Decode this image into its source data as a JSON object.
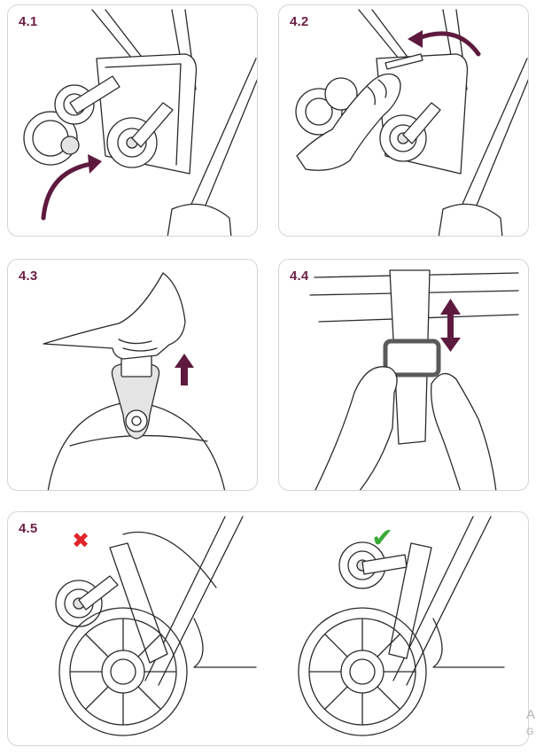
{
  "steps": [
    {
      "label": "4.1"
    },
    {
      "label": "4.2"
    },
    {
      "label": "4.3"
    },
    {
      "label": "4.4"
    },
    {
      "label": "4.5"
    }
  ],
  "indicators": {
    "wrong": {
      "symbol": "✖",
      "color": "#e0242b"
    },
    "right": {
      "symbol": "✔",
      "color": "#39a935"
    }
  },
  "colors": {
    "accent": "#5e1a3e",
    "step_label": "#6b1f45"
  },
  "corner_text": {
    "line1": "A",
    "line2": "G"
  }
}
